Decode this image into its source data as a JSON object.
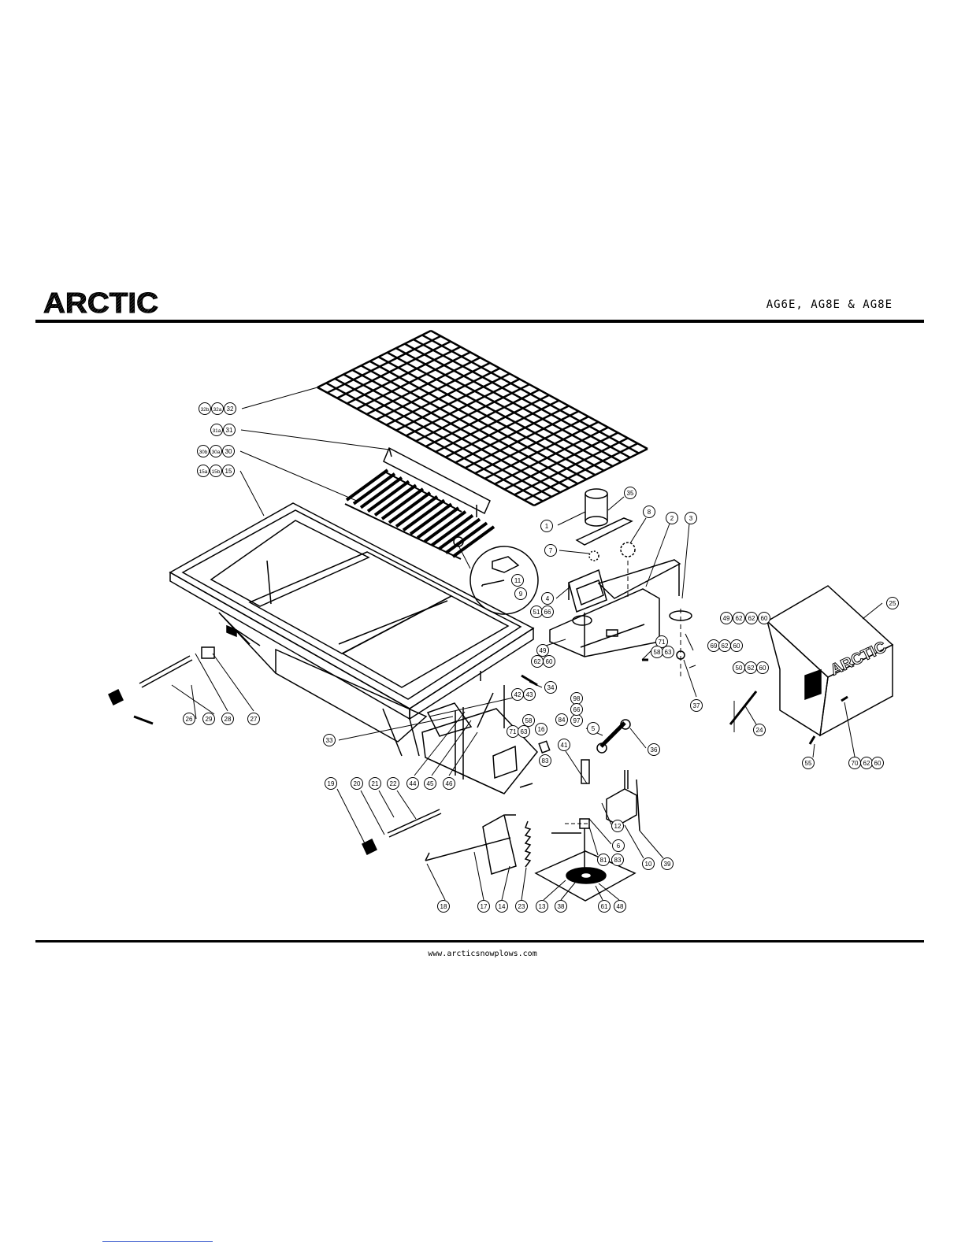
{
  "header": {
    "logo_text": "ARCTIC",
    "model": "AG6E, AG8E & AG8E"
  },
  "footer": {
    "url": "www.arcticsnowplows.com"
  },
  "diagram": {
    "callouts": [
      "32b",
      "32a",
      "32",
      "31a",
      "31",
      "30b",
      "30a",
      "30",
      "15a",
      "15b",
      "15",
      "35",
      "1",
      "8",
      "2",
      "3",
      "7",
      "11",
      "9",
      "4",
      "51",
      "66",
      "49",
      "62",
      "60",
      "25",
      "71",
      "58",
      "63",
      "69",
      "37",
      "50",
      "24",
      "34",
      "42",
      "43",
      "98",
      "97",
      "84",
      "33",
      "44",
      "45",
      "46",
      "16",
      "83",
      "41",
      "5",
      "36",
      "26",
      "29",
      "28",
      "27",
      "19",
      "20",
      "21",
      "22",
      "12",
      "6",
      "10",
      "39",
      "55",
      "70",
      "18",
      "17",
      "14",
      "23",
      "13",
      "38",
      "61",
      "48",
      "81"
    ]
  }
}
